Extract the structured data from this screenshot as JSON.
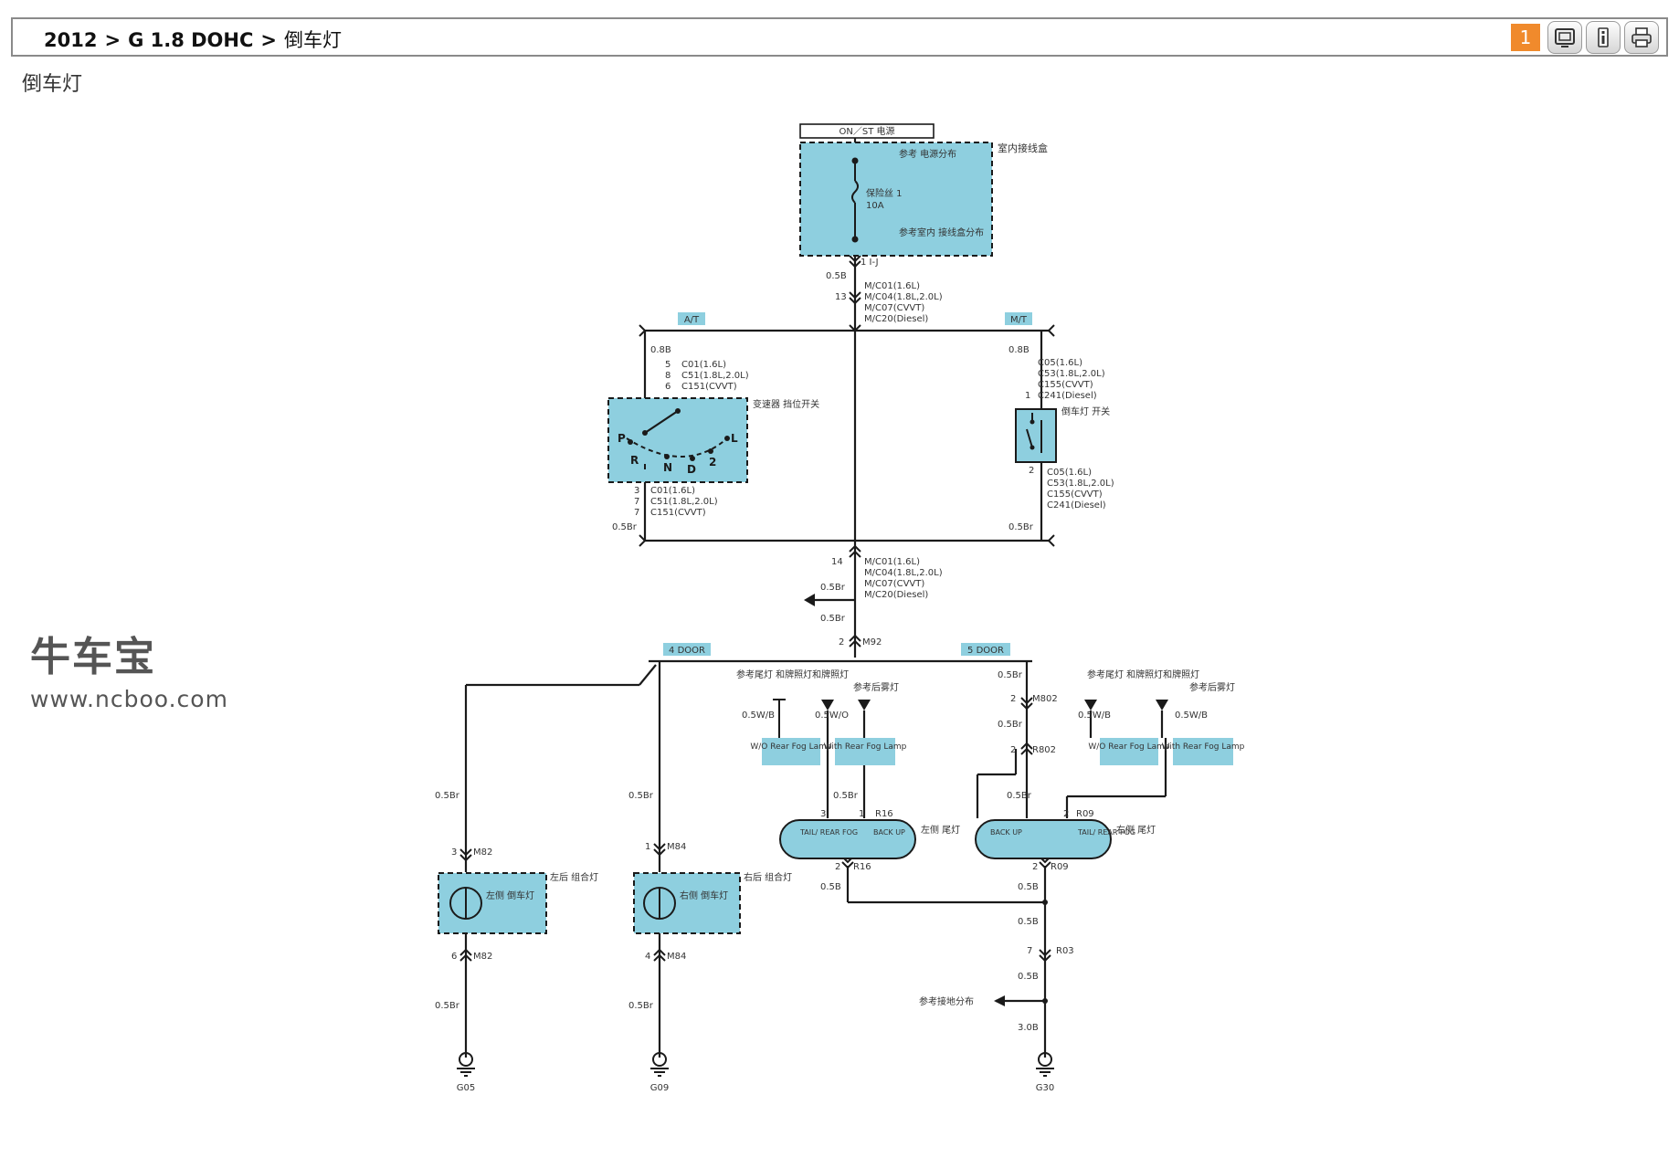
{
  "breadcrumb": {
    "year": "2012",
    "sep1": ">",
    "engine": "G 1.8 DOHC",
    "sep2": ">",
    "section": "倒车灯"
  },
  "toolbar": {
    "page_number": "1",
    "icons": [
      "fullscreen-icon",
      "info-icon",
      "print-icon"
    ]
  },
  "page": {
    "title": "倒车灯"
  },
  "watermark": {
    "brand": "牛车宝",
    "url": "www.ncboo.com"
  },
  "colors": {
    "component_fill": "#8ecfdf",
    "wire": "#1a1a1a",
    "badge": "#f08a2c"
  },
  "diagram": {
    "power_label": "ON／ST 电源",
    "fuse_box_label": "室内接线盒",
    "ref_power_dist": "参考 电源分布",
    "fuse_label": "保险丝 1",
    "fuse_rating": "10A",
    "ref_jbox_dist": "参考室内 接线盒分布",
    "jbox_pin": "1 I-J",
    "wire_main": "0.5B",
    "pin_main": "13",
    "conn_main": [
      "M/C01(1.6L)",
      "M/C04(1.8L,2.0L)",
      "M/C07(CVVT)",
      "M/C20(Diesel)"
    ],
    "at_label": "A/T",
    "mt_label": "M/T",
    "at_wire_top": "0.8B",
    "at_pins_top": [
      "5",
      "8",
      "6"
    ],
    "at_conn_top": [
      "C01(1.6L)",
      "C51(1.8L,2.0L)",
      "C151(CVVT)"
    ],
    "inhibitor_label": "变速器 挡位开关",
    "gear_letters": [
      "P",
      "R",
      "N",
      "D",
      "2",
      "L"
    ],
    "at_pins_bottom": [
      "3",
      "7",
      "7"
    ],
    "at_conn_bottom": [
      "C01(1.6L)",
      "C51(1.8L,2.0L)",
      "C151(CVVT)"
    ],
    "at_wire_bottom": "0.5Br",
    "mt_wire_top": "0.8B",
    "mt_conn_top": [
      "C05(1.6L)",
      "C53(1.8L,2.0L)",
      "C155(CVVT)",
      "C241(Diesel)"
    ],
    "backup_switch_label": "倒车灯 开关",
    "mt_pin_top": "1",
    "mt_pin_bottom": "2",
    "mt_conn_bottom": [
      "C05(1.6L)",
      "C53(1.8L,2.0L)",
      "C155(CVVT)",
      "C241(Diesel)"
    ],
    "mt_wire_bottom": "0.5Br",
    "pin_lower": "14",
    "conn_lower": [
      "M/C01(1.6L)",
      "M/C04(1.8L,2.0L)",
      "M/C07(CVVT)",
      "M/C20(Diesel)"
    ],
    "wire_lower_a": "0.5Br",
    "wire_lower_b": "0.5Br",
    "door4_label": "4 DOOR",
    "door5_label": "5 DOOR",
    "pin_m92": "2",
    "conn_m92": "M92",
    "ref_fog_left": "参考尾灯 和牌照灯和牌照灯",
    "ref_rear_fog_left": "参考后雾灯",
    "wire_swr_left": "0.5W/B",
    "wire_swo_left": "0.5W/O",
    "wo_fog_left": "W/O Rear Fog Lamp",
    "with_fog_left": "With Rear Fog Lamp",
    "ref_fog_right": "参考尾灯 和牌照灯和牌照灯",
    "ref_rear_fog_right": "参考后雾灯",
    "wire_swr_right": "0.5W/B",
    "wire_swo_right": "0.5W/B",
    "wo_fog_right": "W/O Rear Fog Lamp",
    "with_fog_right": "With Rear Fog Lamp",
    "wire_5door_a": "0.5Br",
    "pin_m802a": "2",
    "conn_m802a": "M802",
    "wire_5door_b": "0.5Br",
    "pin_r802": "2",
    "conn_r802": "R802",
    "wire_lh_m82": "0.5Br",
    "pin_m82_top": "3",
    "conn_m82_top": "M82",
    "lamp_lh_inner": "左侧 倒车灯",
    "lamp_lh_label": "左后 组合灯",
    "pin_m82_bot": "6",
    "conn_m82_bot": "M82",
    "wire_lh_gnd": "0.5Br",
    "ground_left": "G05",
    "wire_rh_m84": "0.5Br",
    "pin_m84_top": "1",
    "conn_m84_top": "M84",
    "lamp_rh_inner": "右侧 倒车灯",
    "lamp_rh_label": "右后 组合灯",
    "pin_m84_bot": "4",
    "conn_m84_bot": "M84",
    "wire_rh_gnd": "0.5Br",
    "ground_mid": "G09",
    "wire_r16": "0.5Br",
    "pin_r16_a": "3",
    "pin_r16_b": "1",
    "conn_r16": "R16",
    "tail_rear_fog": "TAIL/ REAR FOG",
    "back_up": "BACK UP",
    "lamp_left_5door": "左侧 尾灯",
    "pin_r16_c": "2",
    "conn_r16_c": "R16",
    "wire_r16_gnd": "0.5B",
    "wire_r09": "0.5Br",
    "pin_r09_a": "2",
    "conn_r09": "R09",
    "lamp_right_5door": "右侧 尾灯",
    "pin_r09_c": "2",
    "conn_r09_c": "R09",
    "wire_r09_gnd": "0.5B",
    "wire_join": "0.5B",
    "pin_r03": "7",
    "conn_r03": "R03",
    "wire_r03": "0.5B",
    "ref_ground": "参考接地分布",
    "wire_g30": "3.0B",
    "ground_right": "G30"
  }
}
